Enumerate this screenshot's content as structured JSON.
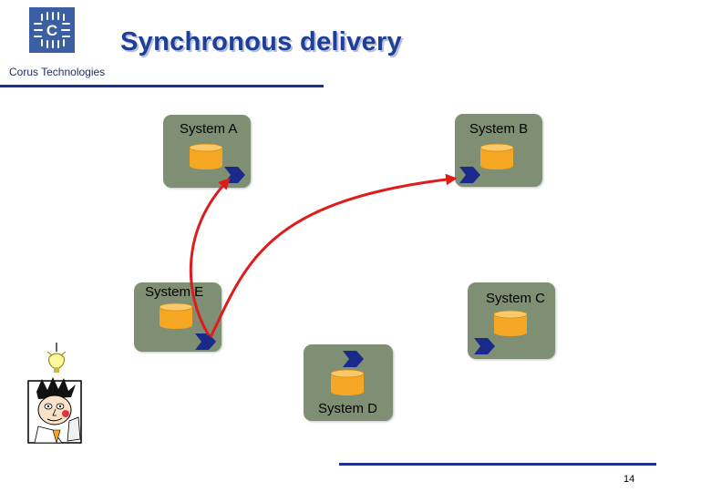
{
  "header": {
    "title": "Synchronous delivery",
    "company": "Corus Technologies",
    "logo_letter": "C",
    "accent_color": "#1b2f8c"
  },
  "systems": [
    {
      "id": "a",
      "label": "System A"
    },
    {
      "id": "b",
      "label": "System B"
    },
    {
      "id": "e",
      "label": "System E"
    },
    {
      "id": "c",
      "label": "System C"
    },
    {
      "id": "d",
      "label": "System D"
    }
  ],
  "connections": [
    {
      "from": "System E",
      "to": "System A",
      "color": "#e01b1b"
    },
    {
      "from": "System E",
      "to": "System B",
      "color": "#e01b1b"
    }
  ],
  "icons": [
    "database-icon",
    "port-arrow-icon",
    "person-cartoon-icon",
    "lightbulb-icon"
  ],
  "colors": {
    "node": "#7f8f73",
    "database": "#f5a623",
    "port": "#1a2a8a",
    "arrow": "#e01b1b"
  },
  "footer": {
    "page_number": "14"
  }
}
